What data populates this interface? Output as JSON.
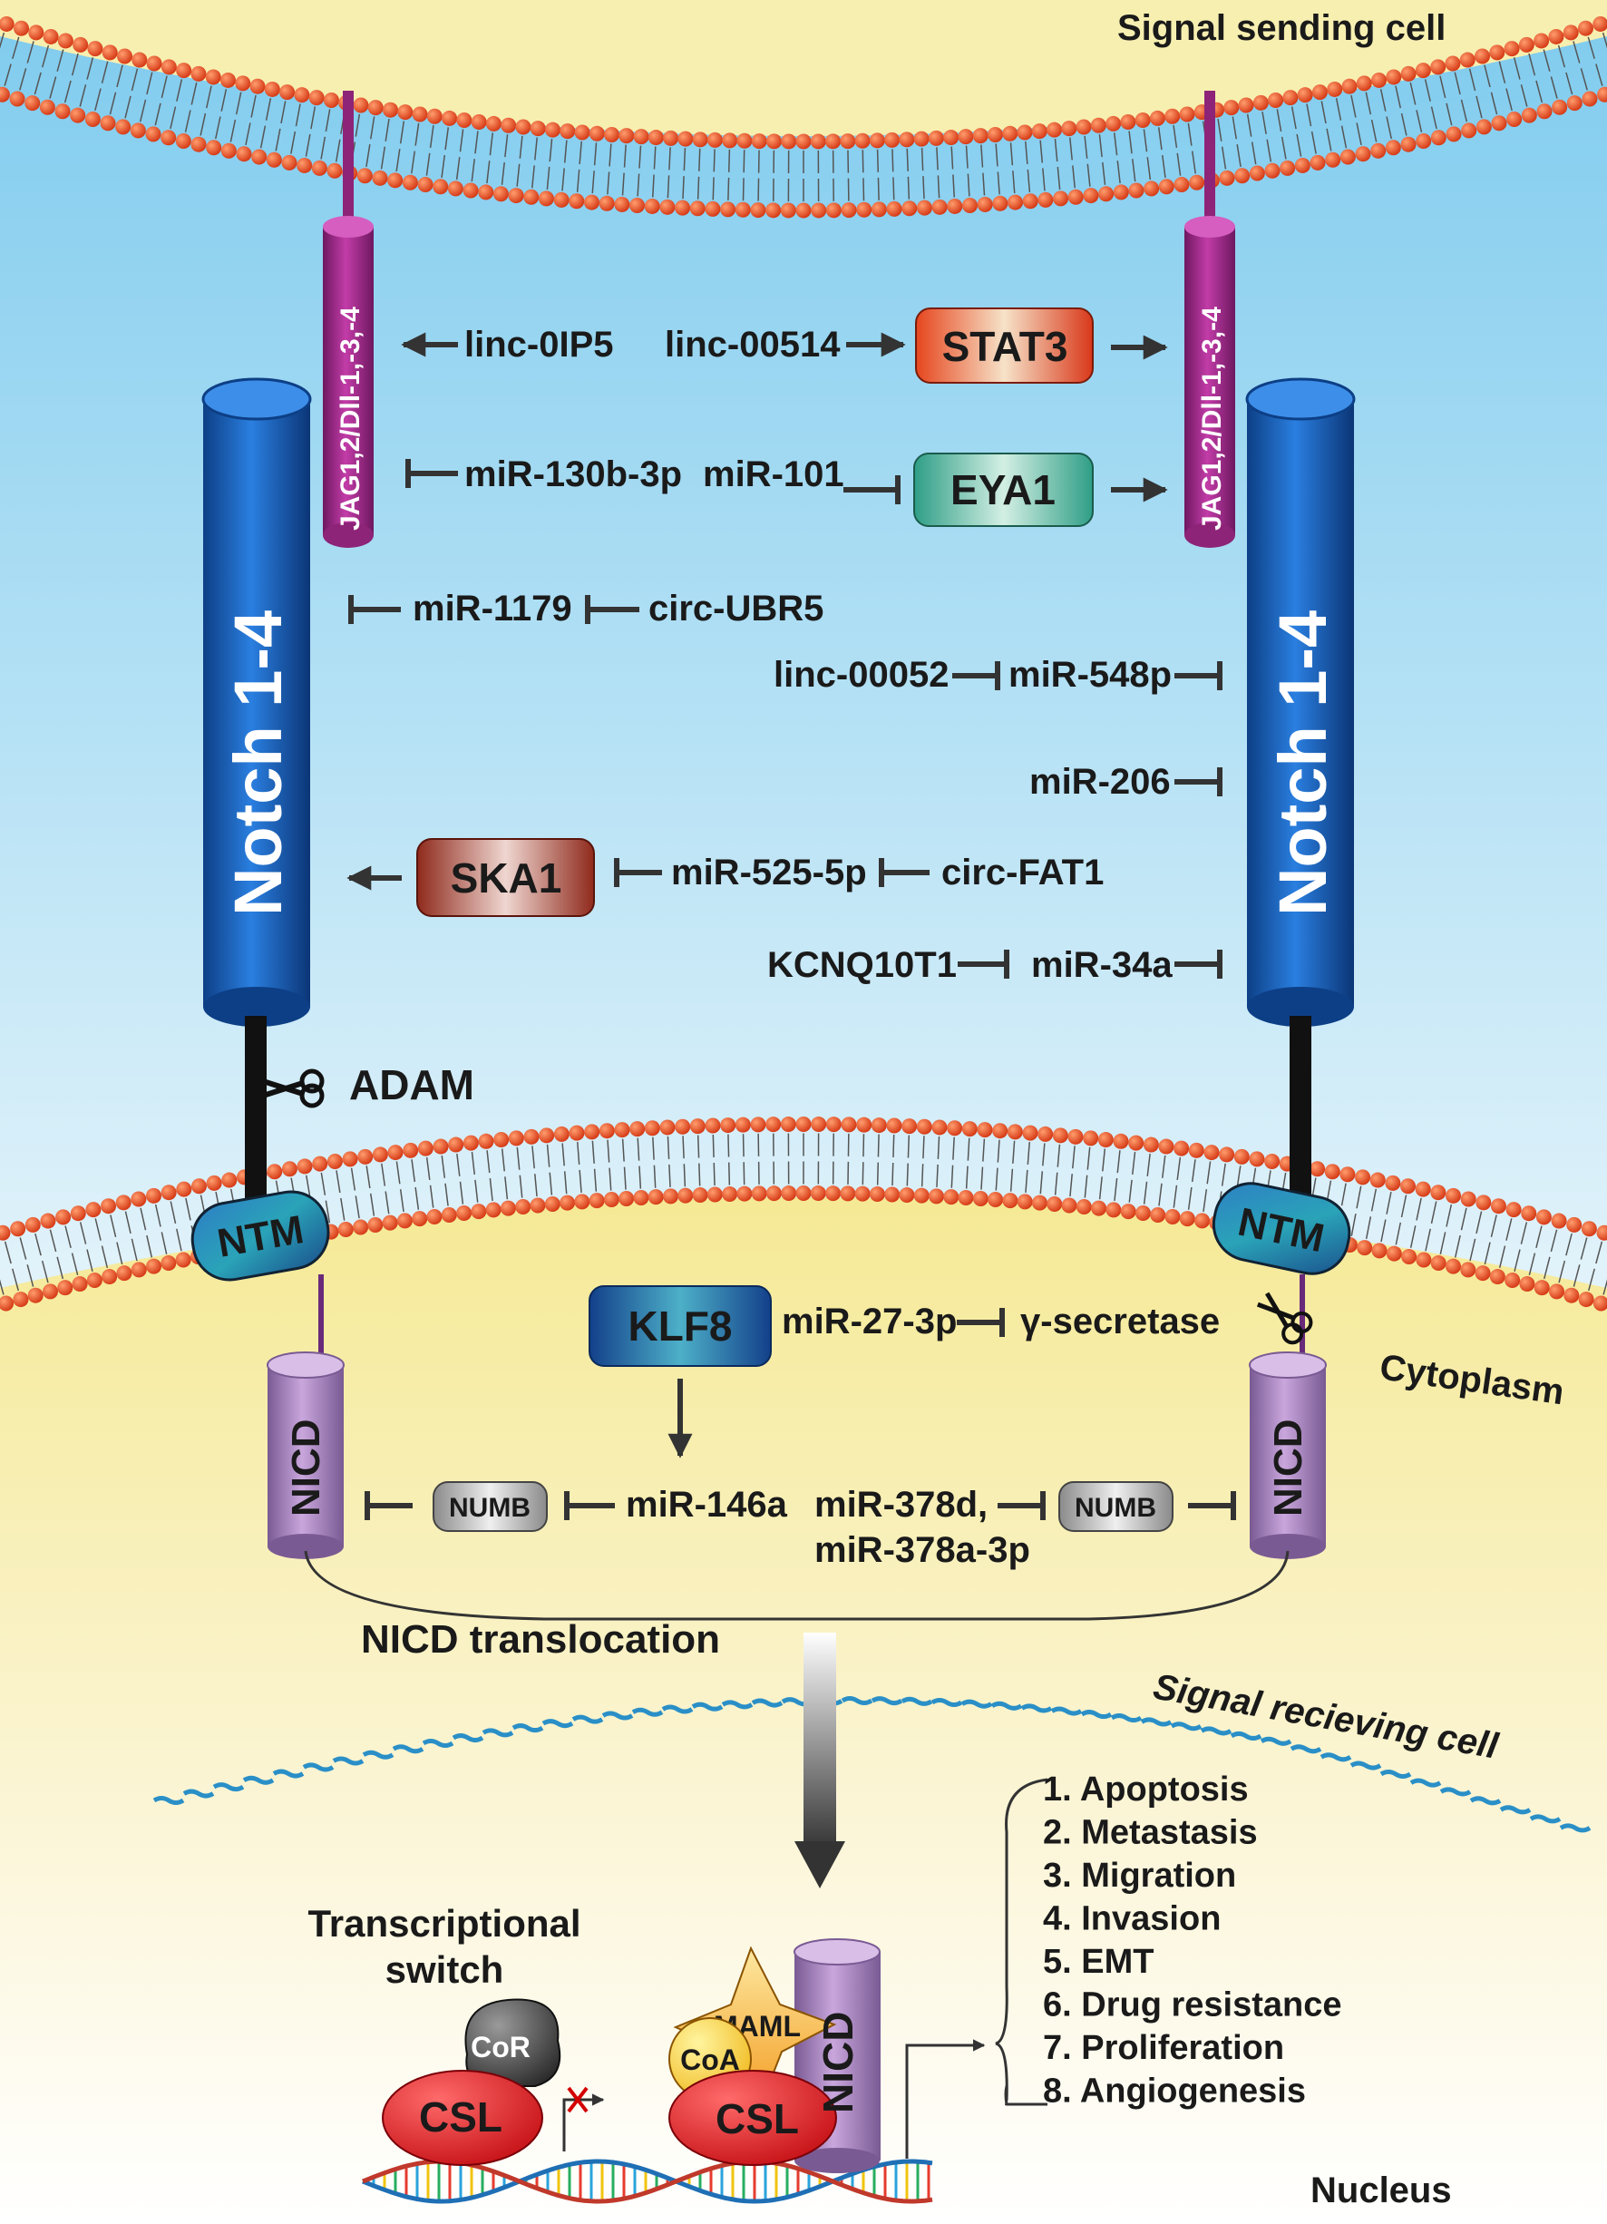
{
  "regions": {
    "sending_cell": "Signal sending cell",
    "cytoplasm": "Cytoplasm",
    "receiving_cell": "Signal recieving cell",
    "nucleus": "Nucleus"
  },
  "receptors": {
    "ligand": "JAG1,2/Dll-1,-3,-4",
    "notch": "Notch 1-4",
    "ntm": "NTM",
    "nicd": "NICD"
  },
  "regulators": {
    "linc_oip5": "linc-0IP5",
    "linc_00514": "linc-00514",
    "stat3": "STAT3",
    "mir_130b": "miR-130b-3p",
    "mir_101": "miR-101",
    "eya1": "EYA1",
    "mir_1179": "miR-1179",
    "circ_ubr5": "circ-UBR5",
    "linc_00052": "linc-00052",
    "mir_548p": "miR-548p",
    "mir_206": "miR-206",
    "ska1": "SKA1",
    "mir_525": "miR-525-5p",
    "circ_fat1": "circ-FAT1",
    "kcnq": "KCNQ10T1",
    "mir_34a": "miR-34a",
    "adam": "ADAM",
    "klf8": "KLF8",
    "mir_27": "miR-27-3p",
    "gamma_secretase": "γ-secretase",
    "numb": "NUMB",
    "mir_146a": "miR-146a",
    "mir_378d": "miR-378d,",
    "mir_378a": "miR-378a-3p"
  },
  "translocation": "NICD translocation",
  "transcription": {
    "title_line1": "Transcriptional",
    "title_line2": "switch",
    "cor": "CoR",
    "csl": "CSL",
    "coa": "CoA",
    "maml": "MAML"
  },
  "outcomes": [
    "1. Apoptosis",
    "2. Metastasis",
    "3. Migration",
    "4. Invasion",
    "5. EMT",
    "6. Drug resistance",
    "7. Proliferation",
    "8. Angiogenesis"
  ],
  "colors": {
    "extracellular": "#a9dcf2",
    "cytoplasm": "#f7efb0",
    "membrane_head": "#e8421c",
    "notch_blue": "#1c5fb5",
    "ligand_magenta": "#a0288a",
    "nicd_purple": "#a97fbf"
  }
}
